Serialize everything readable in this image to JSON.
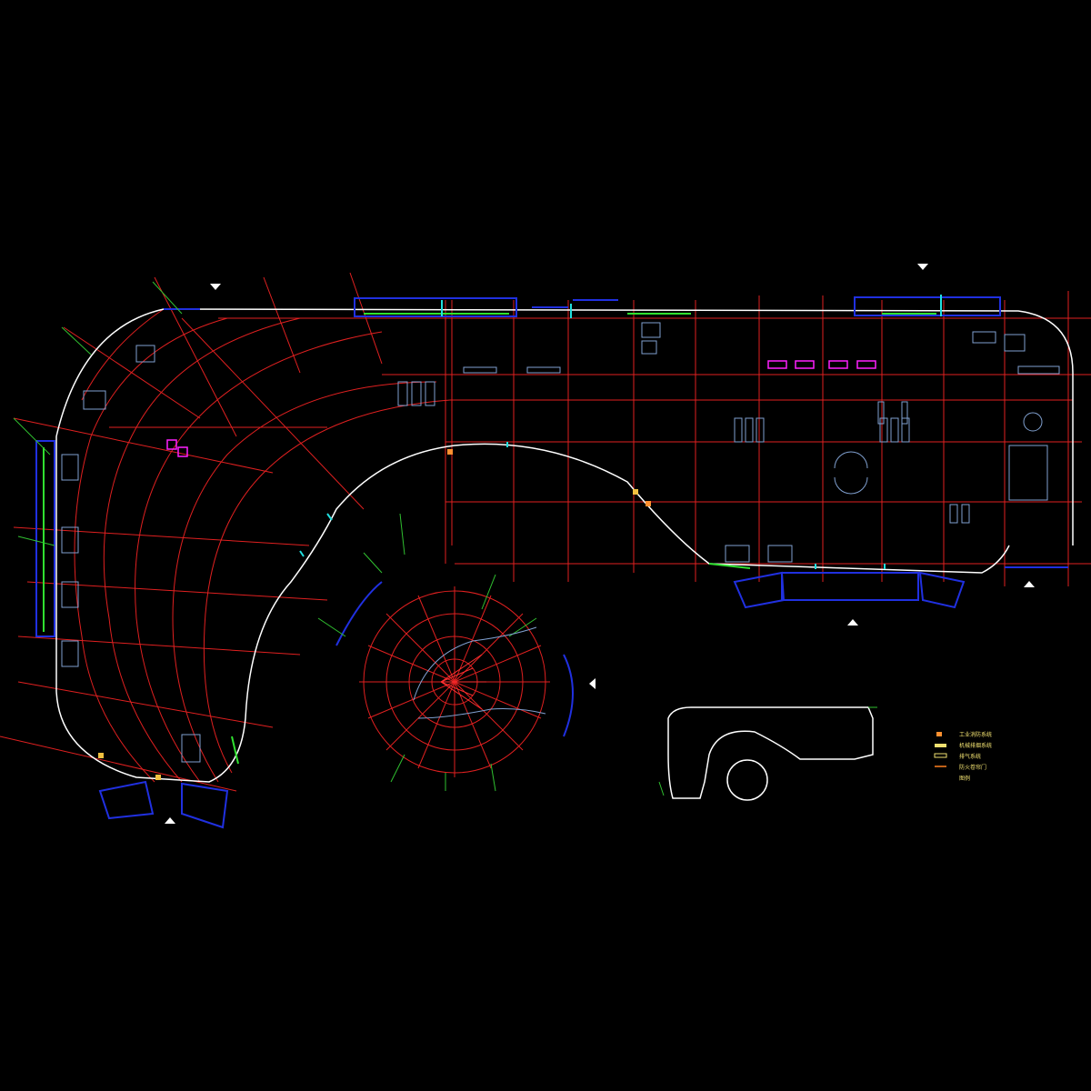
{
  "drawing": {
    "background": "#000000",
    "colors": {
      "grid": "#e02020",
      "outline": "#ffffff",
      "wall_blue": "#2030e0",
      "window_green": "#30e030",
      "furniture": "#80a0d0",
      "accent_magenta": "#ff20ff",
      "accent_cyan": "#20e0e0",
      "marker": "#ffffff",
      "legend_text": "#f0e070"
    },
    "north_markers": [
      "triangle-down",
      "triangle-down",
      "triangle-up",
      "triangle-up",
      "triangle-left"
    ]
  },
  "legend": {
    "items": [
      {
        "symbol": "orange-box",
        "color": "#ff9030",
        "label": "工业消防系统"
      },
      {
        "symbol": "yellow-rect",
        "color": "#f0e070",
        "label": "机械排烟系统"
      },
      {
        "symbol": "yellow-rect-outline",
        "color": "#f0e070",
        "label": "排气系统"
      },
      {
        "symbol": "orange-line",
        "color": "#ff8020",
        "label": "防火卷帘门"
      },
      {
        "symbol": "none",
        "color": "#f0e070",
        "label": "图例"
      }
    ]
  }
}
